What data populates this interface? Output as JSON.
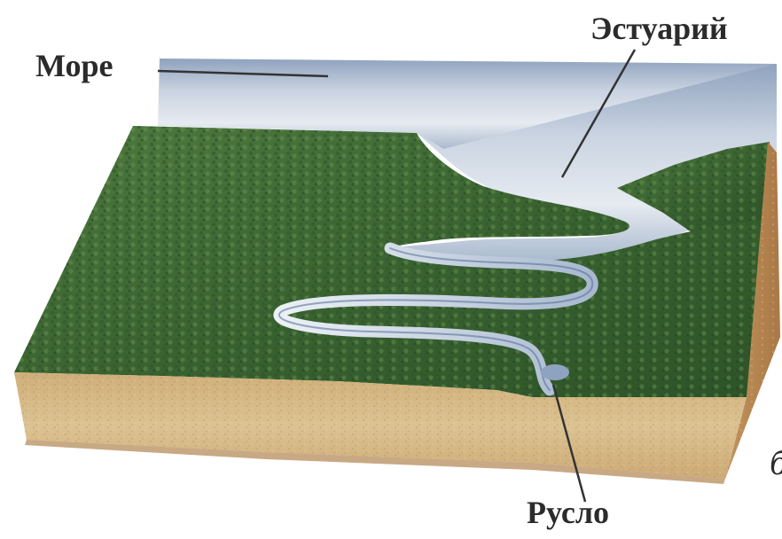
{
  "labels": {
    "sea": "Море",
    "estuary": "Эстуарий",
    "channel": "Русло",
    "edge_fragment": "б"
  },
  "colors": {
    "water_light": "#dfe6ee",
    "water_mid": "#9eb0c8",
    "water_dark": "#6f84a6",
    "forest_light": "#5f8a4a",
    "forest_mid": "#3f6a35",
    "forest_dark": "#2a4a24",
    "soil_front": "#d9bd8a",
    "soil_side": "#c79b63",
    "soil_shadow": "#b07f4c",
    "leader_line": "#333333",
    "text": "#2b2b2b"
  }
}
